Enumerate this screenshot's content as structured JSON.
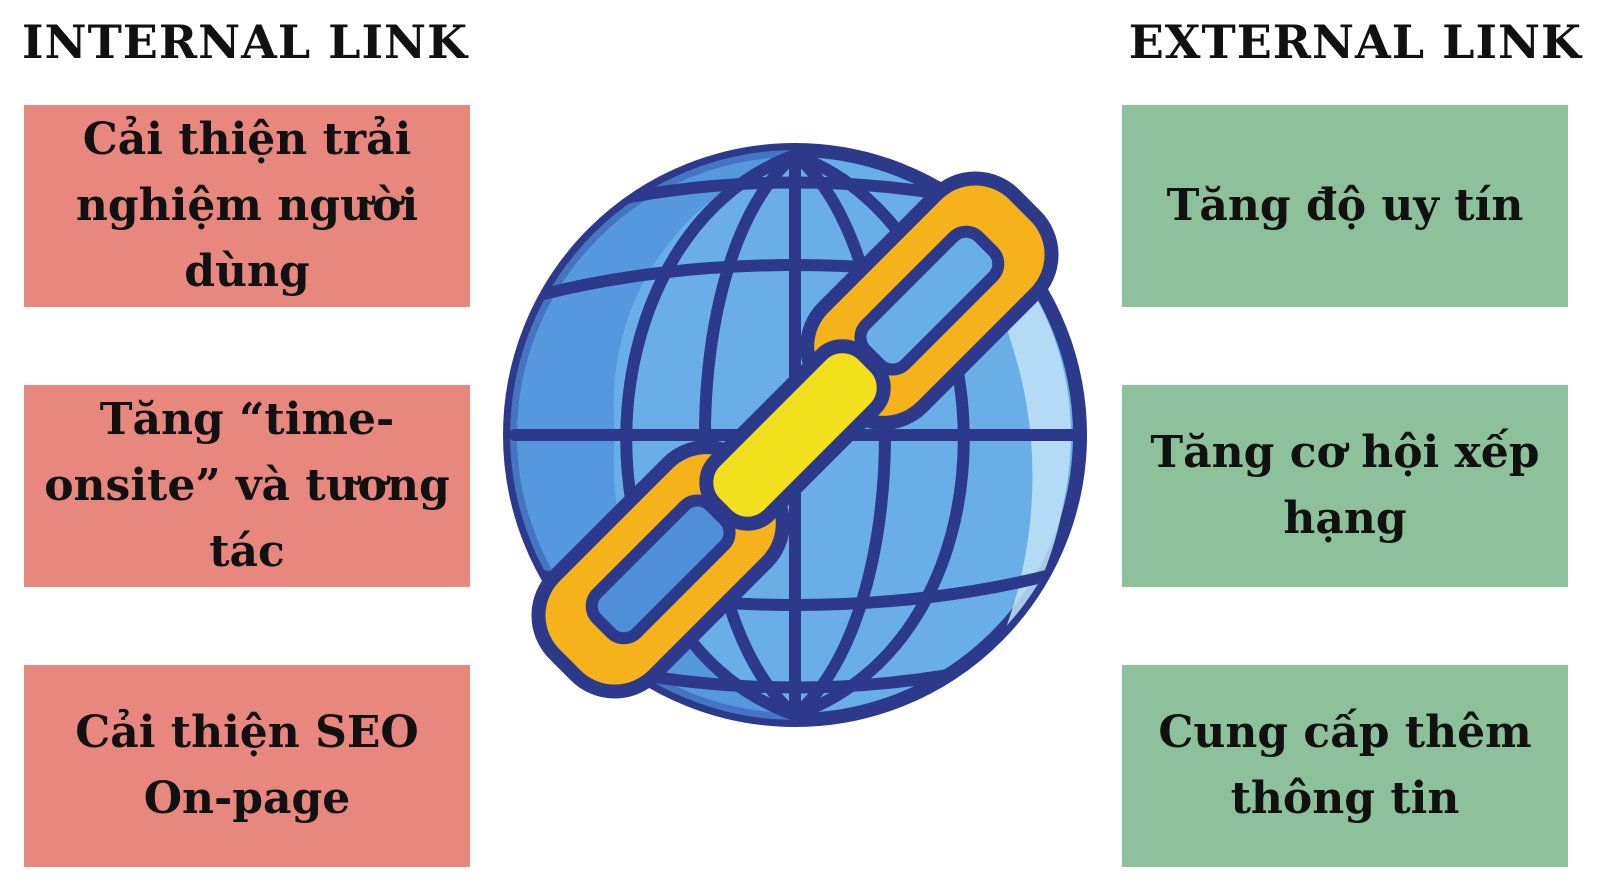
{
  "internal": {
    "title": "INTERNAL LINK",
    "items": [
      "Cải thiện trải nghiệm người dùng",
      "Tăng “time-onsite” và tương tác",
      "Cải thiện SEO On-page"
    ]
  },
  "external": {
    "title": "EXTERNAL LINK",
    "items": [
      "Tăng độ uy tín",
      "Tăng cơ hội xếp hạng",
      "Cung cấp thêm thông tin"
    ]
  },
  "colors": {
    "internal_box": "#e8877e",
    "external_box": "#8cc19c",
    "globe_blue": "#6aaee8",
    "globe_outline": "#2d3a8c",
    "chain_orange": "#f5b21a",
    "chain_yellow": "#f3e01c"
  },
  "icons": {
    "center": "globe-chain-link-icon"
  }
}
